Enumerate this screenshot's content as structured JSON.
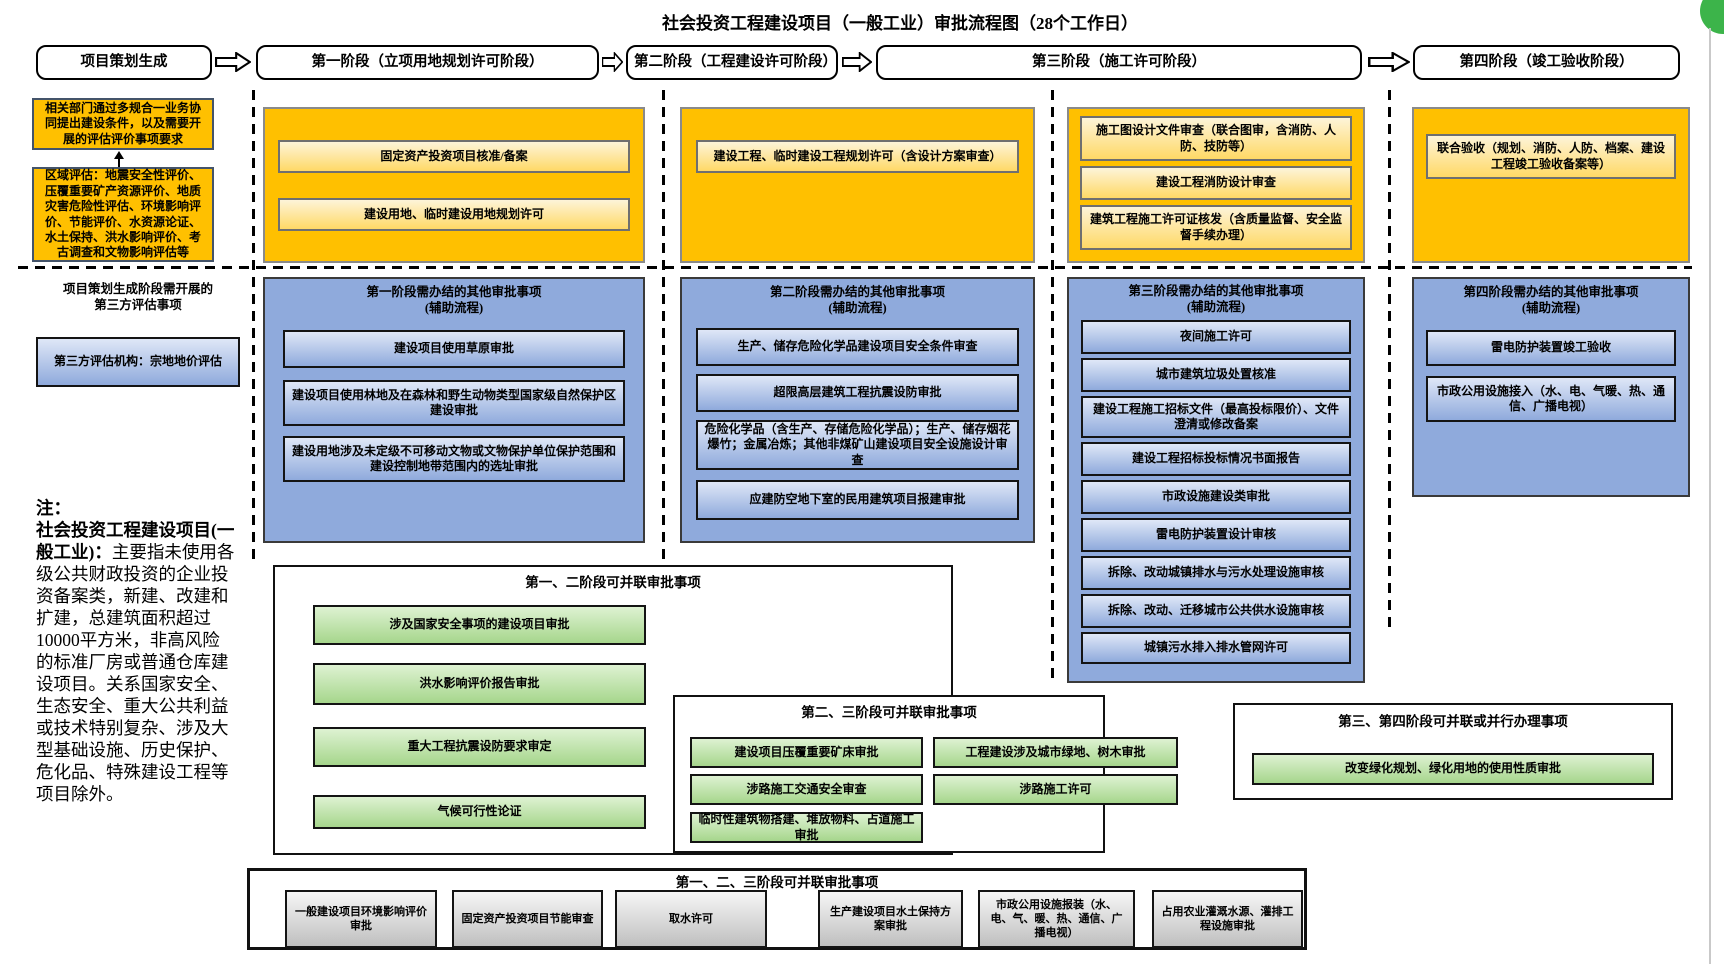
{
  "title": "社会投资工程建设项目（一般工业）审批流程图（28个工作日）",
  "colors": {
    "stage_panel": "#FFC000",
    "stage_item_top": "#FDF4D9",
    "stage_item_bottom": "#FFD966",
    "aux_panel": "#8FAADC",
    "aux_item_top": "#DFE7F7",
    "aux_item_bottom": "#8FAADC",
    "parallel_item_top": "#DEF2D2",
    "parallel_item_bottom": "#A6D68C",
    "gray_item_top": "#F6F6F6",
    "gray_item_bottom": "#BFBFBF",
    "corner_badge": "#3CB44A"
  },
  "headers": {
    "planning": "项目策划生成",
    "stage1": "第一阶段（立项用地规划许可阶段）",
    "stage2": "第二阶段（工程建设许可阶段）",
    "stage3": "第三阶段（施工许可阶段）",
    "stage4": "第四阶段（竣工验收阶段）"
  },
  "planning": {
    "box1": "相关部门通过多规合一业务协同提出建设条件，以及需要开展的评估评价事项要求",
    "box2": "区域评估：地震安全性评价、压覆重要矿产资源评价、地质灾害危险性评估、环境影响评价、节能评价、水资源论证、水土保持、洪水影响评价、考古调查和文物影响评估等",
    "aux_title_line1": "项目策划生成阶段需开展的",
    "aux_title_line2": "第三方评估事项",
    "aux_box": "第三方评估机构：宗地地价评估"
  },
  "stage1": {
    "main": [
      "固定资产投资项目核准/备案",
      "建设用地、临时建设用地规划许可"
    ],
    "aux_title": "第一阶段需办结的其他审批事项",
    "aux_subtitle": "(辅助流程)",
    "aux": [
      "建设项目使用草原审批",
      "建设项目使用林地及在森林和野生动物类型国家级自然保护区建设审批",
      "建设用地涉及未定级不可移动文物或文物保护单位保护范围和建设控制地带范围内的选址审批"
    ]
  },
  "stage2": {
    "main": [
      "建设工程、临时建设工程规划许可（含设计方案审查）"
    ],
    "aux_title": "第二阶段需办结的其他审批事项",
    "aux_subtitle": "(辅助流程)",
    "aux": [
      "生产、储存危险化学品建设项目安全条件审查",
      "超限高层建筑工程抗震设防审批",
      "危险化学品（含生产、存储危险化学品）；生产、储存烟花爆竹；金属冶炼；其他非煤矿山建设项目安全设施设计审查",
      "应建防空地下室的民用建筑项目报建审批"
    ]
  },
  "stage3": {
    "main": [
      "施工图设计文件审查（联合图审，含消防、人防、技防等）",
      "建设工程消防设计审查",
      "建筑工程施工许可证核发（含质量监督、安全监督手续办理）"
    ],
    "aux_title": "第三阶段需办结的其他审批事项",
    "aux_subtitle": "(辅助流程)",
    "aux": [
      "夜间施工许可",
      "城市建筑垃圾处置核准",
      "建设工程施工招标文件（最高投标限价）、文件澄清或修改备案",
      "建设工程招标投标情况书面报告",
      "市政设施建设类审批",
      "雷电防护装置设计审核",
      "拆除、改动城镇排水与污水处理设施审核",
      "拆除、改动、迁移城市公共供水设施审核",
      "城镇污水排入排水管网许可"
    ]
  },
  "stage4": {
    "main": [
      "联合验收（规划、消防、人防、档案、建设工程竣工验收备案等）"
    ],
    "aux_title": "第四阶段需办结的其他审批事项",
    "aux_subtitle": "(辅助流程)",
    "aux": [
      "雷电防护装置竣工验收",
      "市政公用设施接入（水、电、气暖、热、通信、广播电视）"
    ]
  },
  "parallel_1_2": {
    "title": "第一、二阶段可并联审批事项",
    "items": [
      "涉及国家安全事项的建设项目审批",
      "洪水影响评价报告审批",
      "重大工程抗震设防要求审定",
      "气候可行性论证"
    ]
  },
  "parallel_2_3": {
    "title": "第二、三阶段可并联审批事项",
    "left_items": [
      "建设项目压覆重要矿床审批",
      "涉路施工交通安全审查",
      "临时性建筑物搭建、堆放物料、占道施工审批"
    ],
    "right_items": [
      "工程建设涉及城市绿地、树木审批",
      "涉路施工许可"
    ]
  },
  "parallel_3_4": {
    "title": "第三、第四阶段可并联或并行办理事项",
    "items": [
      "改变绿化规划、绿化用地的使用性质审批"
    ]
  },
  "parallel_1_2_3": {
    "title": "第一、二、三阶段可并联审批事项",
    "items": [
      "一般建设项目环境影响评价审批",
      "固定资产投资项目节能审查",
      "取水许可",
      "生产建设项目水土保持方案审批",
      "市政公用设施报装（水、电、气、暖、热、通信、广播电视）",
      "占用农业灌溉水源、灌排工程设施审批"
    ]
  },
  "note": {
    "label": "注：",
    "term": "社会投资工程建设项目(一般工业)：",
    "body": "主要指未使用各级公共财政投资的企业投资备案类，新建、改建和扩建，总建筑面积超过10000平方米，非高风险的标准厂房或普通仓库建设项目。关系国家安全、生态安全、重大公共利益或技术特别复杂、涉及大型基础设施、历史保护、危化品、特殊建设工程等项目除外。"
  }
}
